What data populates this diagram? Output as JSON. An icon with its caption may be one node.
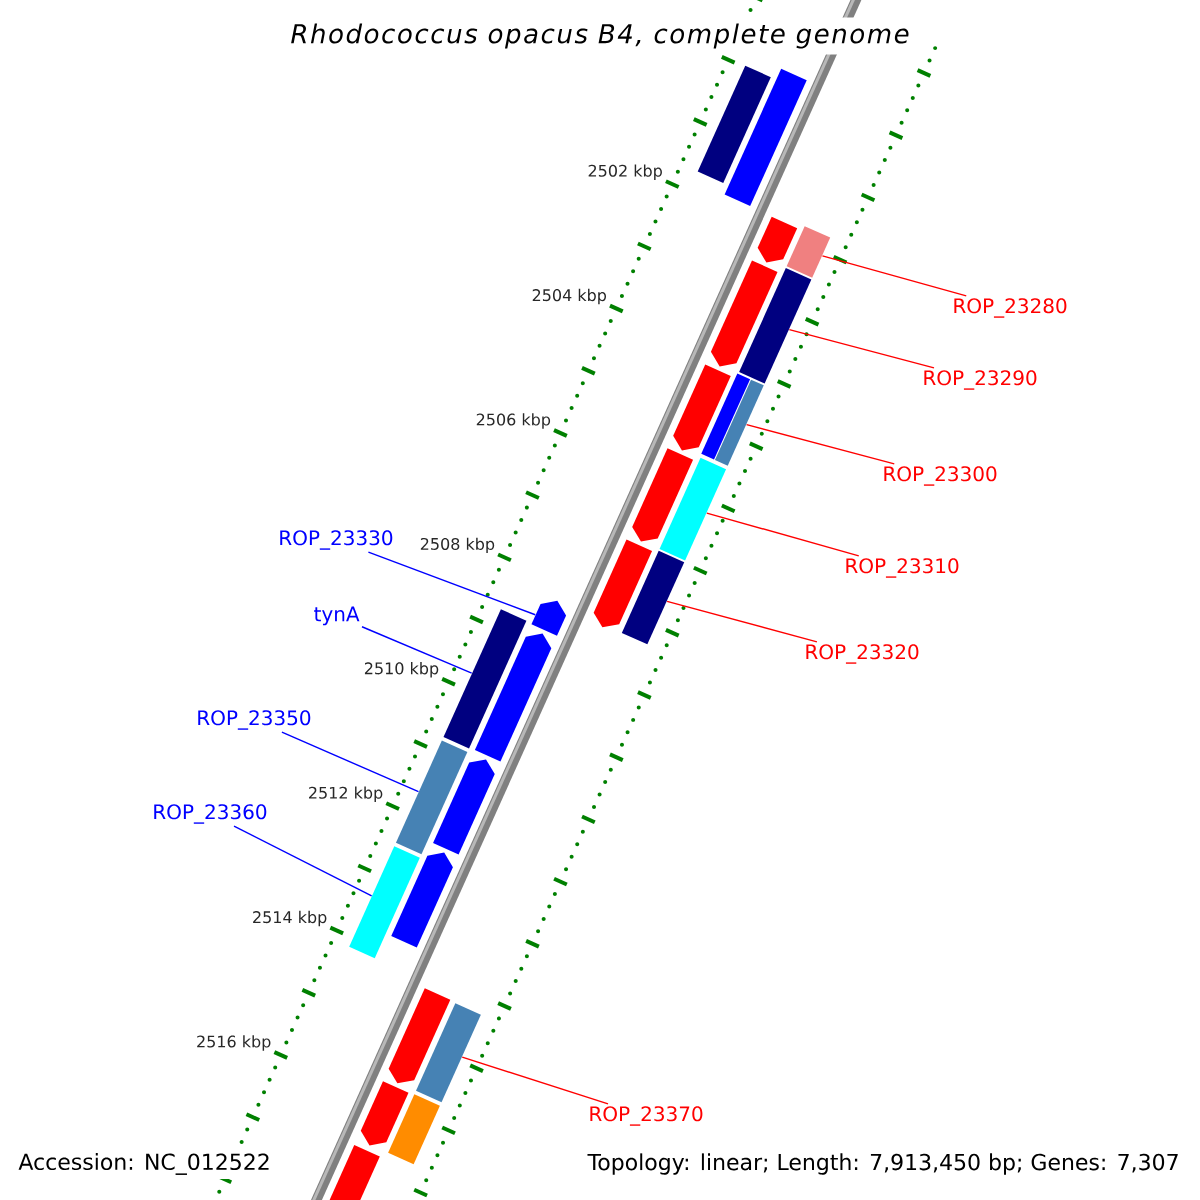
{
  "diagram": {
    "title": "Rhodococcus opacus B4, complete genome",
    "nodes": [
      {
        "text": [
          "ROP_23280"
        ]
      },
      {
        "text": [],
        "shape": "bar"
      },
      {
        "text": [
          "ROP_23290"
        ]
      },
      {
        "text": [],
        "shape": "bar"
      },
      {
        "text": [
          "ROP_23300"
        ]
      },
      {
        "text": [],
        "shape": "bar"
      },
      {
        "text": [
          "ROP_23330"
        ]
      },
      {
        "text": [],
        "shape": "pentagon"
      },
      {
        "text": [
          "ROP_23310"
        ]
      },
      {
        "text": [],
        "shape": "bar"
      },
      {
        "text": [
          "tynA"
        ]
      },
      {
        "text": [],
        "shape": "bar"
      },
      {
        "text": [
          "ROP_23320"
        ]
      },
      {
        "text": [],
        "shape": "bar"
      },
      {
        "text": [
          "ROP_23350"
        ]
      },
      {
        "text": [],
        "shape": "bar"
      },
      {
        "text": [
          "ROP_23360"
        ]
      },
      {
        "text": [],
        "shape": "bar"
      },
      {
        "text": [
          "ROP_23370"
        ]
      },
      {
        "text": [],
        "shape": "bar"
      },
      {
        "text": [],
        "shape": "bar"
      },
      {
        "text": [],
        "shape": "bar"
      },
      {
        "text": [],
        "shape": "pentagon"
      },
      {
        "text": [],
        "shape": "pentagon"
      },
      {
        "text": [],
        "shape": "bar"
      },
      {
        "text": [],
        "shape": "pentagon"
      },
      {
        "text": [],
        "shape": "pentagon"
      },
      {
        "text": [],
        "shape": "pentagon"
      },
      {
        "text": [],
        "shape": "pentagon"
      },
      {
        "text": [],
        "shape": "pentagon"
      },
      {
        "text": [],
        "shape": "pentagon"
      },
      {
        "text": [],
        "shape": "pentagon"
      },
      {
        "text": [],
        "shape": "bar"
      },
      {
        "text": [],
        "shape": "pentagon"
      },
      {
        "text": [],
        "shape": "pentagon"
      }
    ],
    "edges": [
      {
        "from": 0,
        "to": 1,
        "arrow": "none",
        "color": "#ff0000"
      },
      {
        "from": 2,
        "to": 3,
        "arrow": "none",
        "color": "#ff0000"
      },
      {
        "from": 4,
        "to": 5,
        "arrow": "none",
        "color": "#ff0000"
      },
      {
        "from": 6,
        "to": 7,
        "arrow": "none",
        "color": "#0000ff"
      },
      {
        "from": 8,
        "to": 9,
        "arrow": "none",
        "color": "#ff0000"
      },
      {
        "from": 10,
        "to": 11,
        "arrow": "none",
        "color": "#0000ff"
      },
      {
        "from": 12,
        "to": 13,
        "arrow": "none",
        "color": "#ff0000"
      },
      {
        "from": 14,
        "to": 15,
        "arrow": "none",
        "color": "#0000ff"
      },
      {
        "from": 16,
        "to": 17,
        "arrow": "none",
        "color": "#0000ff"
      },
      {
        "from": 18,
        "to": 19,
        "arrow": "none",
        "color": "#ff0000"
      }
    ],
    "labels": [
      "2502 kbp",
      "2504 kbp",
      "2506 kbp",
      "2508 kbp",
      "2510 kbp",
      "2512 kbp",
      "2514 kbp",
      "2516 kbp",
      "Accession: NC_012522",
      "Topology: linear; Length: 7,913,450 bp; Genes: 7,307"
    ]
  }
}
